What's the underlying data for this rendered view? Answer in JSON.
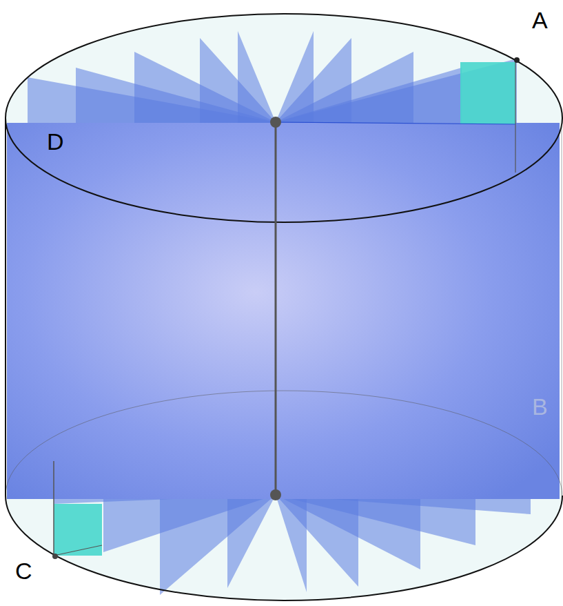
{
  "diagram": {
    "labels": [
      "A",
      "D",
      "B",
      "C"
    ]
  }
}
